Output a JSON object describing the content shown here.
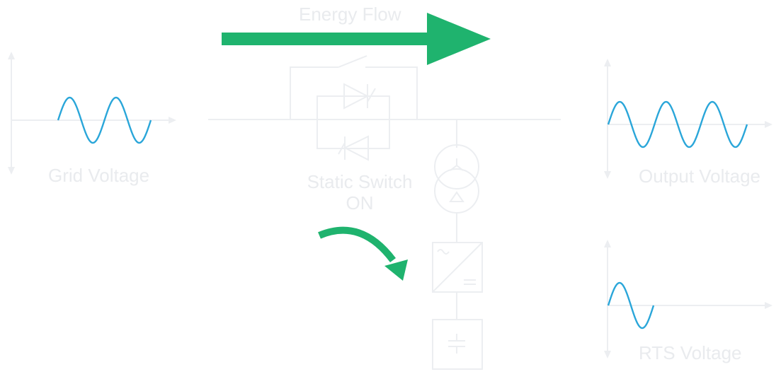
{
  "labels": {
    "energy_flow": "Energy Flow",
    "grid_voltage": "Grid Voltage",
    "static_switch": "Static Switch",
    "static_switch_state": "ON",
    "output_voltage": "Output Voltage",
    "rts_voltage": "RTS Voltage"
  },
  "waveforms": {
    "grid": {
      "cycles": 2
    },
    "output": {
      "cycles": 3
    },
    "rts": {
      "cycles": 1
    }
  },
  "colors": {
    "line": "#eceef1",
    "wave": "#2aa6d9",
    "arrow": "#1fb36e",
    "text": "#e9ebee"
  },
  "icons": {
    "energy_arrow": "arrow-right-icon",
    "curved_arrow": "curved-arrow-icon",
    "transformer": "transformer-icon",
    "rectifier": "rectifier-icon",
    "capacitor": "capacitor-icon"
  }
}
